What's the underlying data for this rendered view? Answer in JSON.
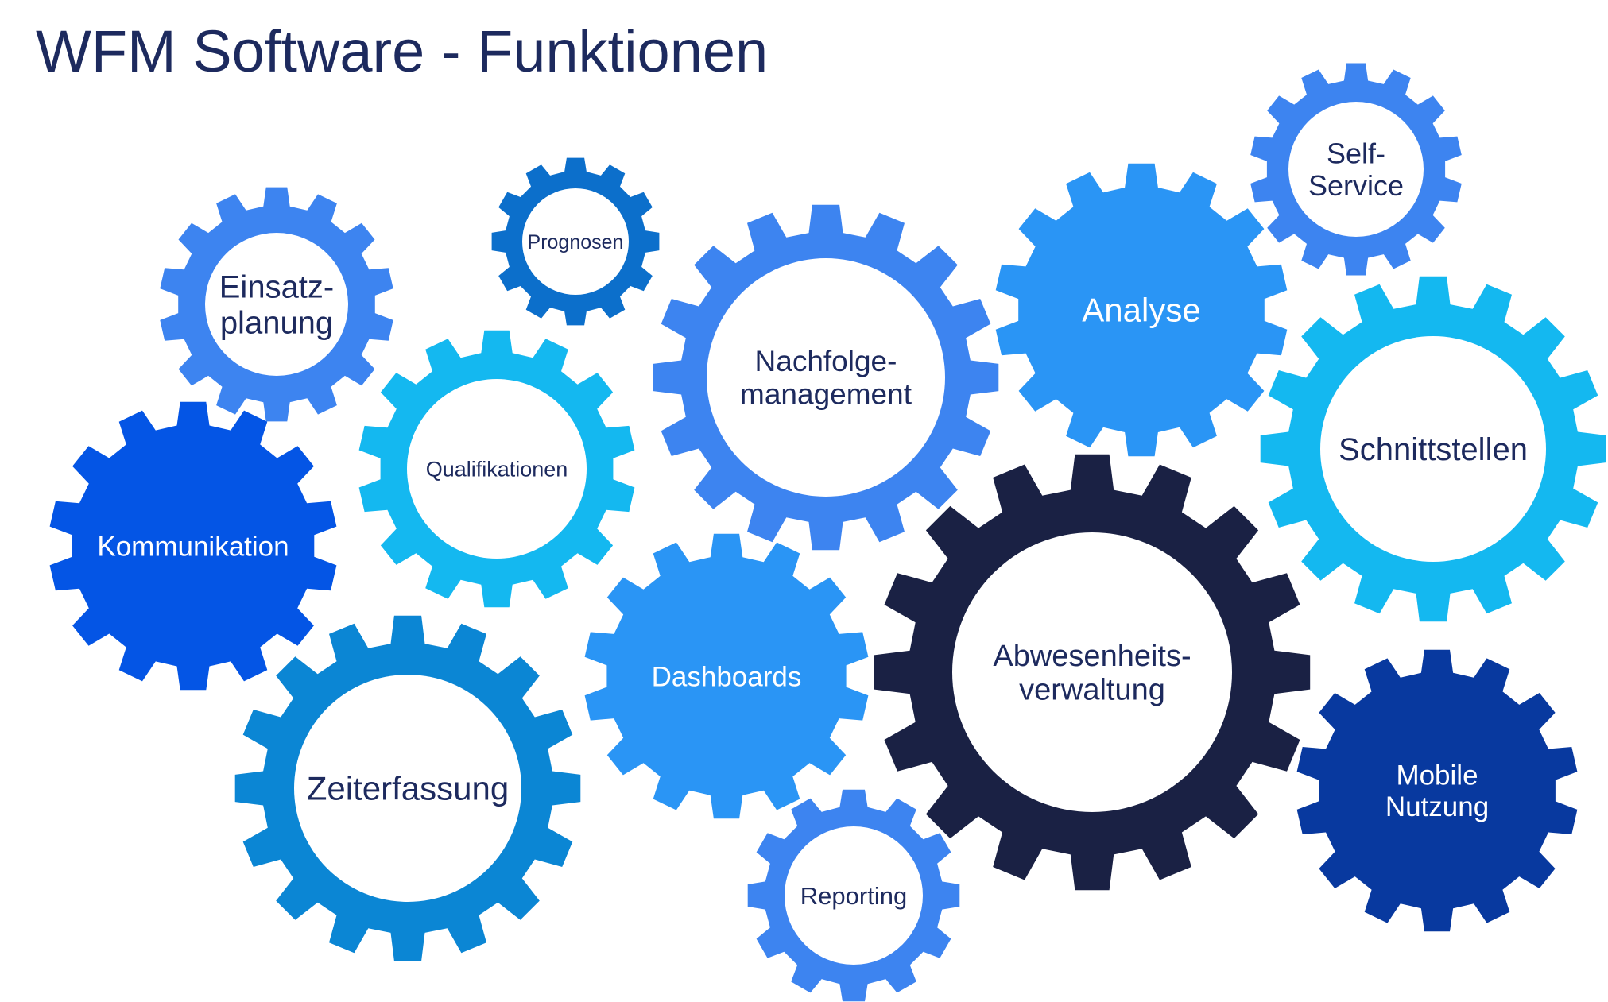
{
  "title": "WFM Software - Funktionen",
  "gears": [
    {
      "id": "einsatzplanung",
      "lines": [
        "Einsatz-",
        "planung"
      ],
      "color": "#3d84f0",
      "label_color": "#1d2a5e",
      "hollow": true,
      "teeth": 14
    },
    {
      "id": "prognosen",
      "lines": [
        "Prognosen"
      ],
      "color": "#0c6fcb",
      "label_color": "#1d2a5e",
      "hollow": true,
      "teeth": 12
    },
    {
      "id": "nachfolgemanagement",
      "lines": [
        "Nachfolge-",
        "management"
      ],
      "color": "#3d84f0",
      "label_color": "#1d2a5e",
      "hollow": true,
      "teeth": 16
    },
    {
      "id": "analyse",
      "lines": [
        "Analyse"
      ],
      "color": "#2a95f5",
      "label_color": "#ffffff",
      "hollow": false,
      "teeth": 14
    },
    {
      "id": "self-service",
      "lines": [
        "Self-",
        "Service"
      ],
      "color": "#3d84f0",
      "label_color": "#1d2a5e",
      "hollow": true,
      "teeth": 14
    },
    {
      "id": "qualifikationen",
      "lines": [
        "Qualifikationen"
      ],
      "color": "#14b8f0",
      "label_color": "#1d2a5e",
      "hollow": true,
      "teeth": 14
    },
    {
      "id": "kommunikation",
      "lines": [
        "Kommunikation"
      ],
      "color": "#0455e5",
      "label_color": "#ffffff",
      "hollow": false,
      "teeth": 14
    },
    {
      "id": "schnittstellen",
      "lines": [
        "Schnittstellen"
      ],
      "color": "#14b8f0",
      "label_color": "#1d2a5e",
      "hollow": true,
      "teeth": 16
    },
    {
      "id": "dashboards",
      "lines": [
        "Dashboards"
      ],
      "color": "#2a95f5",
      "label_color": "#ffffff",
      "hollow": false,
      "teeth": 14
    },
    {
      "id": "abwesenheitsverwaltung",
      "lines": [
        "Abwesenheits-",
        "verwaltung"
      ],
      "color": "#1a2144",
      "label_color": "#1d2a5e",
      "hollow": true,
      "teeth": 16
    },
    {
      "id": "zeiterfassung",
      "lines": [
        "Zeiterfassung"
      ],
      "color": "#0b86d4",
      "label_color": "#1d2a5e",
      "hollow": true,
      "teeth": 16
    },
    {
      "id": "mobile-nutzung",
      "lines": [
        "Mobile",
        "Nutzung"
      ],
      "color": "#08399f",
      "label_color": "#ffffff",
      "hollow": false,
      "teeth": 14
    },
    {
      "id": "reporting",
      "lines": [
        "Reporting"
      ],
      "color": "#3d84f0",
      "label_color": "#1d2a5e",
      "hollow": true,
      "teeth": 12
    }
  ]
}
